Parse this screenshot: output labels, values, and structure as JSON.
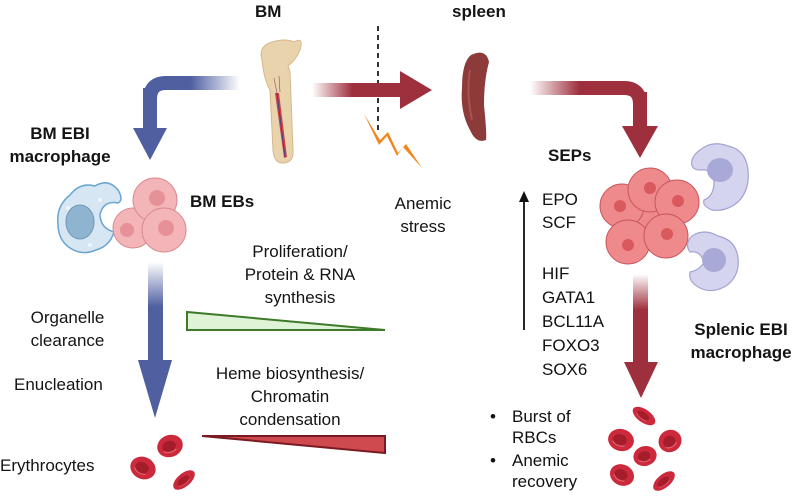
{
  "labels": {
    "bm": "BM",
    "spleen": "spleen",
    "bm_ebi_macrophage": [
      "BM EBI",
      "macrophage"
    ],
    "bm_ebs": "BM EBs",
    "anemic_stress": [
      "Anemic",
      "stress"
    ],
    "seps": "SEPs",
    "proliferation": [
      "Proliferation/",
      "Protein & RNA",
      "synthesis"
    ],
    "heme": [
      "Heme biosynthesis/",
      "Chromatin",
      "condensation"
    ],
    "organelle_clearance": [
      "Organelle",
      "clearance"
    ],
    "enucleation": "Enucleation",
    "erythrocytes": "Erythrocytes",
    "splenic_ebi_macrophage": [
      "Splenic EBI",
      "macrophage"
    ]
  },
  "upregulated_factors": {
    "group1": [
      "EPO",
      "SCF"
    ],
    "group2": [
      "HIF",
      "GATA1",
      "BCL11A",
      "FOXO3",
      "SOX6"
    ]
  },
  "outcomes": [
    "Burst of RBCs",
    "Anemic recovery"
  ],
  "colors": {
    "bm_arrow": "#4f5fa0",
    "spleen_arrow": "#9e2f3c",
    "lightning": "#f0861c",
    "spleen_organ": "#8c3a3a",
    "proliferation_wedge_fill": "#dff3d6",
    "proliferation_wedge_stroke": "#3d7a2a",
    "heme_wedge_fill": "#cf4a4f",
    "heme_wedge_stroke": "#7a1a22",
    "rbc": "#c8293a",
    "eb_cell": "#f3b5b8",
    "sep_cell": "#ee8a8c",
    "bm_macrophage": "#d6e6f2",
    "splenic_macrophage": "#d4d4ee"
  }
}
